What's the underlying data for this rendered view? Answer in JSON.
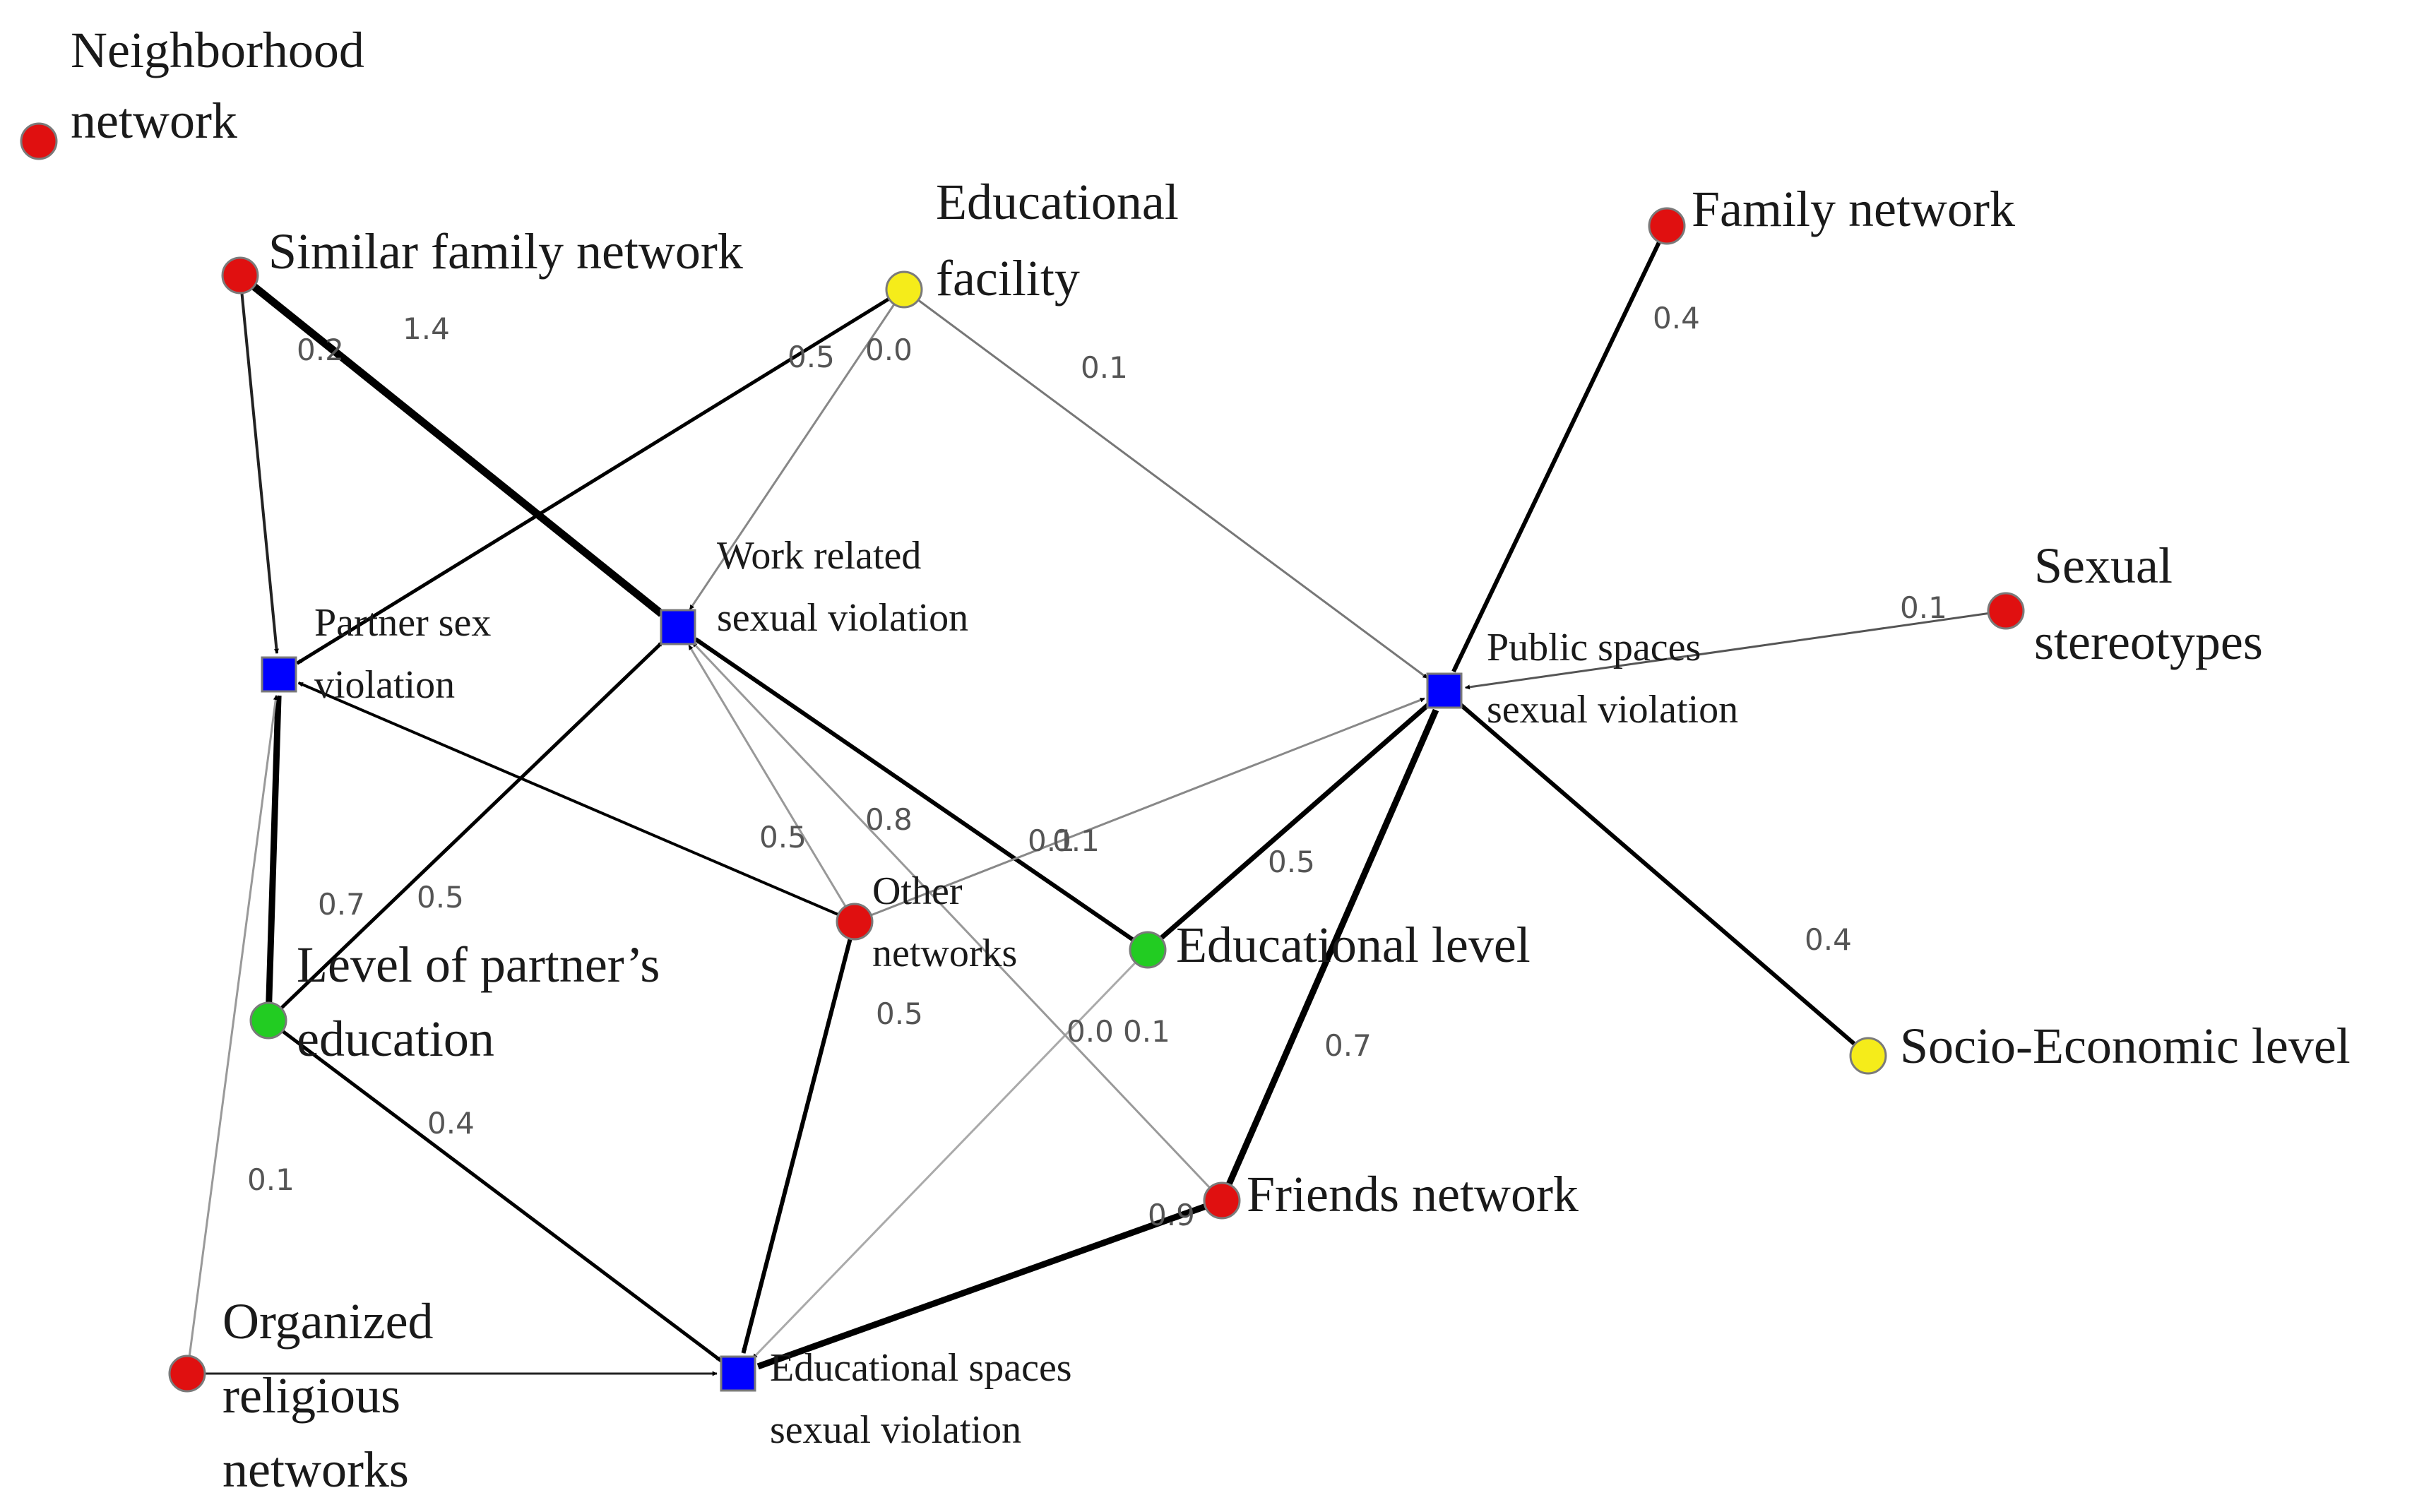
{
  "colors": {
    "violation_node": "#0000ff",
    "network_node": "#e01010",
    "education_node": "#22cc22",
    "context_node": "#f5ec1a",
    "node_outline": "#7a7a7a"
  },
  "nodes": {
    "neighborhood": {
      "label": [
        "Neighborhood",
        "network"
      ],
      "kind": "network"
    },
    "similar_family": {
      "label": [
        "Similar family network"
      ],
      "kind": "network"
    },
    "educational_facility": {
      "label": [
        "Educational",
        "facility"
      ],
      "kind": "context"
    },
    "family": {
      "label": [
        "Family network"
      ],
      "kind": "network"
    },
    "sexual_stereotypes": {
      "label": [
        "Sexual",
        "stereotypes"
      ],
      "kind": "network"
    },
    "partner_sex": {
      "label": [
        "Partner sex",
        "violation"
      ],
      "kind": "violation"
    },
    "work_related": {
      "label": [
        "Work related",
        "sexual violation"
      ],
      "kind": "violation"
    },
    "public_spaces": {
      "label": [
        "Public spaces",
        "sexual violation"
      ],
      "kind": "violation"
    },
    "other_networks": {
      "label": [
        "Other",
        "networks"
      ],
      "kind": "network"
    },
    "educational_level": {
      "label": [
        "Educational level"
      ],
      "kind": "education"
    },
    "partner_education": {
      "label": [
        "Level of partner’s",
        "education"
      ],
      "kind": "education"
    },
    "socio_economic": {
      "label": [
        "Socio-Economic level"
      ],
      "kind": "context"
    },
    "friends": {
      "label": [
        "Friends network"
      ],
      "kind": "network"
    },
    "organized_religious": {
      "label": [
        "Organized",
        "religious",
        "networks"
      ],
      "kind": "network"
    },
    "educational_spaces": {
      "label": [
        "Educational spaces",
        "sexual violation"
      ],
      "kind": "violation"
    }
  },
  "edges": [
    {
      "from": "similar_family",
      "to": "work_related",
      "weight": "1.4"
    },
    {
      "from": "similar_family",
      "to": "partner_sex",
      "weight": "0.2"
    },
    {
      "from": "educational_facility",
      "to": "partner_sex",
      "weight": "0.5"
    },
    {
      "from": "educational_facility",
      "to": "work_related",
      "weight": "0.0"
    },
    {
      "from": "educational_facility",
      "to": "public_spaces",
      "weight": "0.1"
    },
    {
      "from": "family",
      "to": "public_spaces",
      "weight": "0.4"
    },
    {
      "from": "sexual_stereotypes",
      "to": "public_spaces",
      "weight": "0.1"
    },
    {
      "from": "partner_education",
      "to": "partner_sex",
      "weight": "0.7"
    },
    {
      "from": "partner_education",
      "to": "work_related",
      "weight": "0.5"
    },
    {
      "from": "partner_education",
      "to": "educational_spaces",
      "weight": "0.4"
    },
    {
      "from": "organized_religious",
      "to": "partner_sex",
      "weight": "0.1"
    },
    {
      "from": "organized_religious",
      "to": "educational_spaces",
      "weight": ""
    },
    {
      "from": "other_networks",
      "to": "partner_sex",
      "weight": "0.5"
    },
    {
      "from": "other_networks",
      "to": "work_related",
      "weight": "0.8"
    },
    {
      "from": "other_networks",
      "to": "educational_spaces",
      "weight": "0.5"
    },
    {
      "from": "educational_level",
      "to": "work_related",
      "weight": "0.1"
    },
    {
      "from": "educational_level",
      "to": "public_spaces",
      "weight": "0.5"
    },
    {
      "from": "educational_level",
      "to": "educational_spaces",
      "weight": "0.0"
    },
    {
      "from": "friends",
      "to": "work_related",
      "weight": "0.1"
    },
    {
      "from": "friends",
      "to": "public_spaces",
      "weight": "0.7"
    },
    {
      "from": "friends",
      "to": "educational_spaces",
      "weight": "0.9"
    },
    {
      "from": "other_networks",
      "to": "public_spaces",
      "weight": "0.1"
    },
    {
      "from": "socio_economic",
      "to": "public_spaces",
      "weight": "0.4"
    }
  ]
}
